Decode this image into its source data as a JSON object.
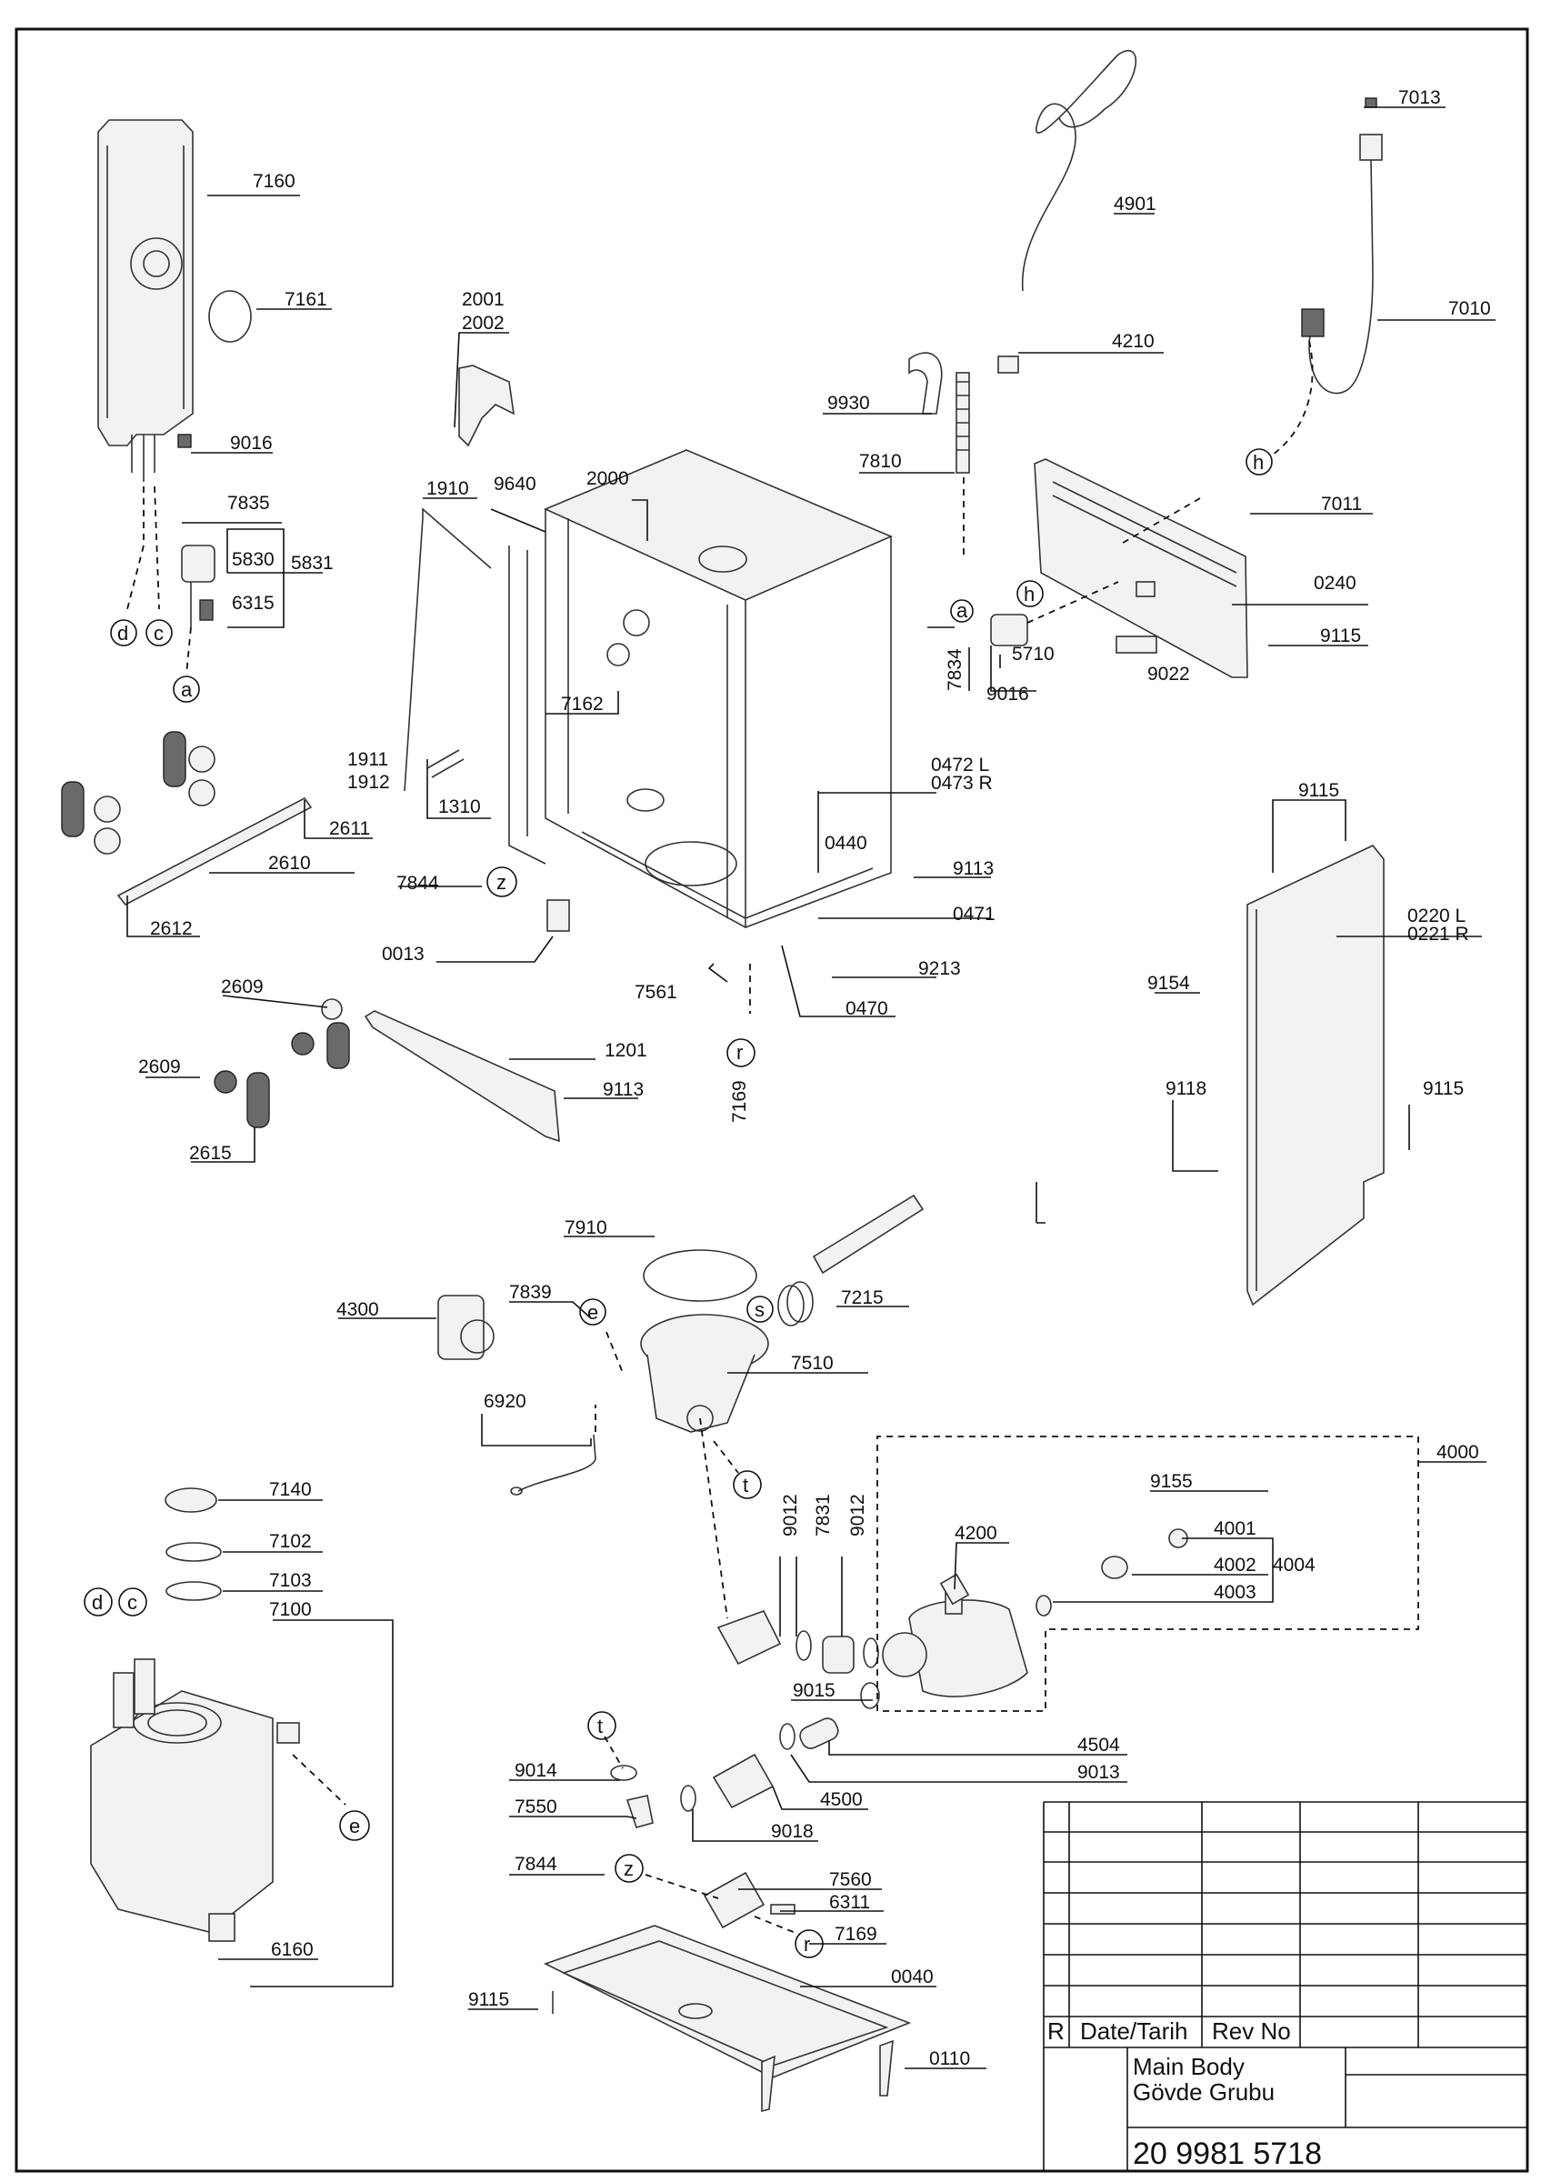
{
  "parts": [
    {
      "id": "p7013",
      "label": "7013"
    },
    {
      "id": "p7160",
      "label": "7160"
    },
    {
      "id": "p4901",
      "label": "4901"
    },
    {
      "id": "p7161",
      "label": "7161"
    },
    {
      "id": "p2001",
      "label": "2001"
    },
    {
      "id": "p2002",
      "label": "2002"
    },
    {
      "id": "p7010",
      "label": "7010"
    },
    {
      "id": "p4210",
      "label": "4210"
    },
    {
      "id": "p9930",
      "label": "9930"
    },
    {
      "id": "p9016a",
      "label": "9016"
    },
    {
      "id": "p7810",
      "label": "7810"
    },
    {
      "id": "p1910",
      "label": "1910"
    },
    {
      "id": "p9640",
      "label": "9640"
    },
    {
      "id": "p2000",
      "label": "2000"
    },
    {
      "id": "p7835",
      "label": "7835"
    },
    {
      "id": "p7011",
      "label": "7011"
    },
    {
      "id": "p5830",
      "label": "5830"
    },
    {
      "id": "p5831",
      "label": "5831"
    },
    {
      "id": "p6315",
      "label": "6315"
    },
    {
      "id": "p0240",
      "label": "0240"
    },
    {
      "id": "p9115a",
      "label": "9115"
    },
    {
      "id": "p5710",
      "label": "5710"
    },
    {
      "id": "p9022",
      "label": "9022"
    },
    {
      "id": "p9016b",
      "label": "9016"
    },
    {
      "id": "p7162",
      "label": "7162"
    },
    {
      "id": "p1911",
      "label": "1911"
    },
    {
      "id": "p1912",
      "label": "1912"
    },
    {
      "id": "p0472",
      "label": "0472 L"
    },
    {
      "id": "p0473",
      "label": "0473 R"
    },
    {
      "id": "p1310",
      "label": "1310"
    },
    {
      "id": "p9115b",
      "label": "9115"
    },
    {
      "id": "p2611",
      "label": "2611"
    },
    {
      "id": "p0440",
      "label": "0440"
    },
    {
      "id": "p2610",
      "label": "2610"
    },
    {
      "id": "p9113a",
      "label": "9113"
    },
    {
      "id": "p7844a",
      "label": "7844"
    },
    {
      "id": "p0220",
      "label": "0220 L"
    },
    {
      "id": "p0221",
      "label": "0221 R"
    },
    {
      "id": "p0471",
      "label": "0471"
    },
    {
      "id": "p2612",
      "label": "2612"
    },
    {
      "id": "p0013",
      "label": "0013"
    },
    {
      "id": "p9213",
      "label": "9213"
    },
    {
      "id": "p7561",
      "label": "7561"
    },
    {
      "id": "p9154",
      "label": "9154"
    },
    {
      "id": "p2609a",
      "label": "2609"
    },
    {
      "id": "p0470",
      "label": "0470"
    },
    {
      "id": "p1201",
      "label": "1201"
    },
    {
      "id": "p2609b",
      "label": "2609"
    },
    {
      "id": "p9113b",
      "label": "9113"
    },
    {
      "id": "p9118",
      "label": "9118"
    },
    {
      "id": "p9115c",
      "label": "9115"
    },
    {
      "id": "p2615",
      "label": "2615"
    },
    {
      "id": "p7910",
      "label": "7910"
    },
    {
      "id": "p7839",
      "label": "7839"
    },
    {
      "id": "p4300",
      "label": "4300"
    },
    {
      "id": "p7215",
      "label": "7215"
    },
    {
      "id": "p7510",
      "label": "7510"
    },
    {
      "id": "p6920",
      "label": "6920"
    },
    {
      "id": "p4000",
      "label": "4000"
    },
    {
      "id": "p7140",
      "label": "7140"
    },
    {
      "id": "p9155",
      "label": "9155"
    },
    {
      "id": "p4001",
      "label": "4001"
    },
    {
      "id": "p4200",
      "label": "4200"
    },
    {
      "id": "p7102",
      "label": "7102"
    },
    {
      "id": "p4002",
      "label": "4002"
    },
    {
      "id": "p4004",
      "label": "4004"
    },
    {
      "id": "p7103",
      "label": "7103"
    },
    {
      "id": "p4003",
      "label": "4003"
    },
    {
      "id": "p7100",
      "label": "7100"
    },
    {
      "id": "p9015",
      "label": "9015"
    },
    {
      "id": "p4504",
      "label": "4504"
    },
    {
      "id": "p9014",
      "label": "9014"
    },
    {
      "id": "p9013",
      "label": "9013"
    },
    {
      "id": "p4500",
      "label": "4500"
    },
    {
      "id": "p7550",
      "label": "7550"
    },
    {
      "id": "p9018",
      "label": "9018"
    },
    {
      "id": "p7844b",
      "label": "7844"
    },
    {
      "id": "p7560",
      "label": "7560"
    },
    {
      "id": "p6311",
      "label": "6311"
    },
    {
      "id": "p7169b",
      "label": "7169"
    },
    {
      "id": "p6160",
      "label": "6160"
    },
    {
      "id": "p0040",
      "label": "0040"
    },
    {
      "id": "p9115d",
      "label": "9115"
    },
    {
      "id": "p0110",
      "label": "0110"
    }
  ],
  "vertical_parts": [
    {
      "id": "v7834",
      "label": "7834"
    },
    {
      "id": "v7169",
      "label": "7169"
    },
    {
      "id": "v9012a",
      "label": "9012"
    },
    {
      "id": "v7831",
      "label": "7831"
    },
    {
      "id": "v9012b",
      "label": "9012"
    }
  ],
  "callouts": [
    {
      "id": "c-d1",
      "letter": "d"
    },
    {
      "id": "c-c1",
      "letter": "c"
    },
    {
      "id": "c-a1",
      "letter": "a"
    },
    {
      "id": "c-h1",
      "letter": "h"
    },
    {
      "id": "c-a2",
      "letter": "a"
    },
    {
      "id": "c-h2",
      "letter": "h"
    },
    {
      "id": "c-z1",
      "letter": "z"
    },
    {
      "id": "c-r1",
      "letter": "r"
    },
    {
      "id": "c-e1",
      "letter": "e"
    },
    {
      "id": "c-s1",
      "letter": "s"
    },
    {
      "id": "c-t1",
      "letter": "t"
    },
    {
      "id": "c-d2",
      "letter": "d"
    },
    {
      "id": "c-c2",
      "letter": "c"
    },
    {
      "id": "c-t2",
      "letter": "t"
    },
    {
      "id": "c-e2",
      "letter": "e"
    },
    {
      "id": "c-z2",
      "letter": "z"
    },
    {
      "id": "c-r2",
      "letter": "r"
    }
  ],
  "title_block": {
    "rev_col": "R",
    "date_col": "Date/Tarih",
    "revno_col": "Rev No",
    "title_en": "Main Body",
    "title_tr": "Gövde Grubu",
    "drawing_no": "20 9981 5718"
  }
}
